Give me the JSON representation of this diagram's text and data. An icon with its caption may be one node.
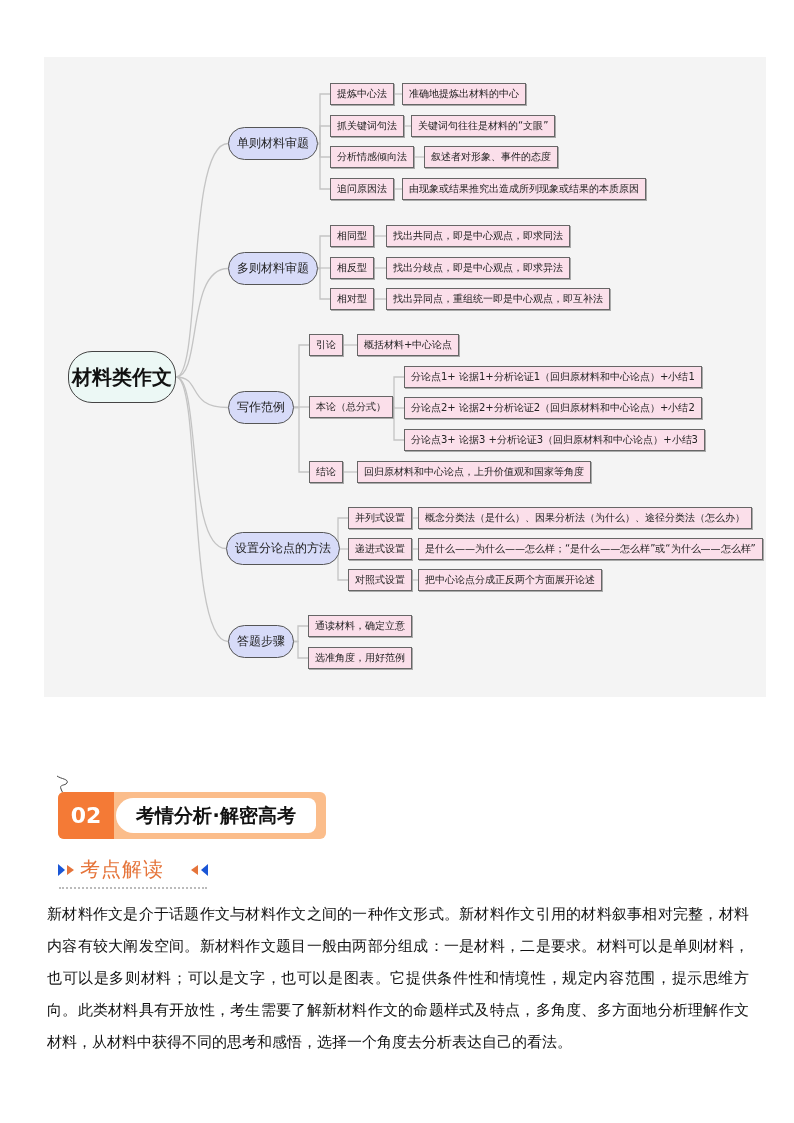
{
  "diagram": {
    "nodes": [
      {
        "text": [
          "材料类作文"
        ]
      },
      {
        "text": [
          "单则材料审题"
        ]
      },
      {
        "text": [
          "提炼中心法"
        ]
      },
      {
        "text": [
          "准确地提炼出材料的中心"
        ]
      },
      {
        "text": [
          "抓关键词句法"
        ]
      },
      {
        "text": [
          "关键词句往往是材料的“文眼”"
        ]
      },
      {
        "text": [
          "分析情感倾向法"
        ]
      },
      {
        "text": [
          "叙述者对形象、事件的态度"
        ]
      },
      {
        "text": [
          "追问原因法"
        ]
      },
      {
        "text": [
          "由现象或结果推究出造成所列现象或结果的本质原因"
        ]
      },
      {
        "text": [
          "多则材料审题"
        ]
      },
      {
        "text": [
          "相同型"
        ]
      },
      {
        "text": [
          "找出共同点，即是中心观点，即求同法"
        ]
      },
      {
        "text": [
          "相反型"
        ]
      },
      {
        "text": [
          "找出分歧点，即是中心观点，即求异法"
        ]
      },
      {
        "text": [
          "相对型"
        ]
      },
      {
        "text": [
          "找出异同点，重组统一即是中心观点，即互补法"
        ]
      },
      {
        "text": [
          "写作范例"
        ]
      },
      {
        "text": [
          "引论"
        ]
      },
      {
        "text": [
          "概括材料+中心论点"
        ]
      },
      {
        "text": [
          "本论（总分式）"
        ]
      },
      {
        "text": [
          "分论点1+ 论据1+分析论证1（回归原材料和中心论点）+小结1"
        ]
      },
      {
        "text": [
          "分论点2+ 论据2+分析论证2（回归原材料和中心论点）+小结2"
        ]
      },
      {
        "text": [
          "分论点3+ 论据3 +分析论证3（回归原材料和中心论点）+小结3"
        ]
      },
      {
        "text": [
          "结论"
        ]
      },
      {
        "text": [
          "回归原材料和中心论点，上升价值观和国家等角度"
        ]
      },
      {
        "text": [
          "设置分论点的方法"
        ]
      },
      {
        "text": [
          "并列式设置"
        ]
      },
      {
        "text": [
          "概念分类法（是什么）、因果分析法（为什么）、途径分类法（怎么办）"
        ]
      },
      {
        "text": [
          "递进式设置"
        ]
      },
      {
        "text": [
          "是什么——为什么——怎么样；“是什么——怎么样”或“为什么——怎么样”"
        ]
      },
      {
        "text": [
          "对照式设置"
        ]
      },
      {
        "text": [
          "把中心论点分成正反两个方面展开论述"
        ]
      },
      {
        "text": [
          "答题步骤"
        ]
      },
      {
        "text": [
          "通读材料，确定立意"
        ]
      },
      {
        "text": [
          "选准角度，用好范例"
        ]
      }
    ],
    "edges": [
      {
        "from": 0,
        "to": 1,
        "arrow": "none"
      },
      {
        "from": 0,
        "to": 10,
        "arrow": "none"
      },
      {
        "from": 0,
        "to": 17,
        "arrow": "none"
      },
      {
        "from": 0,
        "to": 26,
        "arrow": "none"
      },
      {
        "from": 0,
        "to": 33,
        "arrow": "none"
      },
      {
        "from": 1,
        "to": 2,
        "arrow": "none"
      },
      {
        "from": 1,
        "to": 4,
        "arrow": "none"
      },
      {
        "from": 1,
        "to": 6,
        "arrow": "none"
      },
      {
        "from": 1,
        "to": 8,
        "arrow": "none"
      },
      {
        "from": 2,
        "to": 3,
        "arrow": "none"
      },
      {
        "from": 4,
        "to": 5,
        "arrow": "none"
      },
      {
        "from": 6,
        "to": 7,
        "arrow": "none"
      },
      {
        "from": 8,
        "to": 9,
        "arrow": "none"
      },
      {
        "from": 10,
        "to": 11,
        "arrow": "none"
      },
      {
        "from": 10,
        "to": 13,
        "arrow": "none"
      },
      {
        "from": 10,
        "to": 15,
        "arrow": "none"
      },
      {
        "from": 11,
        "to": 12,
        "arrow": "none"
      },
      {
        "from": 13,
        "to": 14,
        "arrow": "none"
      },
      {
        "from": 15,
        "to": 16,
        "arrow": "none"
      },
      {
        "from": 17,
        "to": 18,
        "arrow": "none"
      },
      {
        "from": 17,
        "to": 20,
        "arrow": "none"
      },
      {
        "from": 17,
        "to": 24,
        "arrow": "none"
      },
      {
        "from": 18,
        "to": 19,
        "arrow": "none"
      },
      {
        "from": 20,
        "to": 21,
        "arrow": "none"
      },
      {
        "from": 20,
        "to": 22,
        "arrow": "none"
      },
      {
        "from": 20,
        "to": 23,
        "arrow": "none"
      },
      {
        "from": 24,
        "to": 25,
        "arrow": "none"
      },
      {
        "from": 26,
        "to": 27,
        "arrow": "none"
      },
      {
        "from": 26,
        "to": 29,
        "arrow": "none"
      },
      {
        "from": 26,
        "to": 31,
        "arrow": "none"
      },
      {
        "from": 27,
        "to": 28,
        "arrow": "none"
      },
      {
        "from": 29,
        "to": 30,
        "arrow": "none"
      },
      {
        "from": 31,
        "to": 32,
        "arrow": "none"
      },
      {
        "from": 33,
        "to": 34,
        "arrow": "none"
      },
      {
        "from": 33,
        "to": 35,
        "arrow": "none"
      }
    ],
    "labels": [
      "02",
      "考情分析·解密高考",
      "考点解读",
      "新材料作文是介于话题作文与材料作文之间的一种作文形式。新材料作文引用的材料叙事相对完整，材料内容有较大阐发空间。新材料作文题目一般由两部分组成：一是材料，二是要求。材料可以是单则材料，也可以是多则材料；可以是文字，也可以是图表。它提供条件性和情境性，规定内容范围，提示思维方向。此类材料具有开放性，考生需要了解新材料作文的命题样式及特点，多角度、多方面地分析理解作文材料，从材料中获得不同的思考和感悟，选择一个角度去分析表达自己的看法。"
    ]
  }
}
